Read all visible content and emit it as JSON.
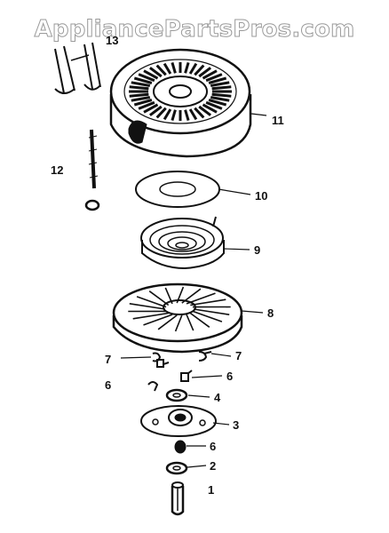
{
  "watermark": "AppliancePartsPros.com",
  "callouts": {
    "c13": "13",
    "c11": "11",
    "c12": "12",
    "c10": "10",
    "c9": "9",
    "c8": "8",
    "c7a": "7",
    "c7b": "7",
    "c6a": "6",
    "c6b": "6",
    "c4": "4",
    "c3": "3",
    "c6c": "6",
    "c2": "2",
    "c1": "1"
  },
  "colors": {
    "ink": "#111111",
    "watermark_outline": "#9a9a9a"
  }
}
